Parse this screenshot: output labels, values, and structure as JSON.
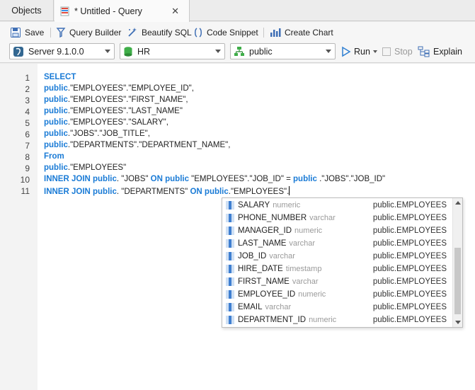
{
  "tabs": {
    "objects": "Objects",
    "query": "* Untitled - Query",
    "close": "✕"
  },
  "toolbar": {
    "save": "Save",
    "query_builder": "Query Builder",
    "beautify": "Beautify SQL",
    "snippet": "Code Snippet",
    "chart": "Create Chart"
  },
  "selectors": {
    "server": "Server 9.1.0.0",
    "database": "HR",
    "schema": "public",
    "run": "Run",
    "stop": "Stop",
    "explain": "Explain"
  },
  "editor": {
    "line_numbers": [
      "1",
      "2",
      "3",
      "4",
      "5",
      "6",
      "7",
      "8",
      "9",
      "10",
      "11"
    ],
    "l1": {
      "kw": "SELECT"
    },
    "l2": {
      "kw": "public",
      "rest": ".\"EMPLOYEES\".\"EMPLOYEE_ID\","
    },
    "l3": {
      "kw": "public",
      "rest": ".\"EMPLOYEES\".\"FIRST_NAME\","
    },
    "l4": {
      "kw": "public",
      "rest": ".\"EMPLOYEES\".\"LAST_NAME\""
    },
    "l5": {
      "kw": "public",
      "rest": ".\"EMPLOYEES\".\"SALARY\","
    },
    "l6": {
      "kw": "public",
      "rest": ".\"JOBS\".\"JOB_TITLE\","
    },
    "l7": {
      "kw": "public",
      "rest": ".\"DEPARTMENTS\".\"DEPARTMENT_NAME\","
    },
    "l8": {
      "kw": "From"
    },
    "l9": {
      "kw": "public",
      "rest": ".\"EMPLOYEES\""
    },
    "l10": {
      "kw1": "INNER JOIN public",
      "t1": ". \"JOBS\" ",
      "kw2": "ON public",
      "t2": " \"EMPLOYEES\".\"JOB_ID\" = ",
      "kw3": "public",
      "t3": " .\"JOBS\".\"JOB_ID\""
    },
    "l11": {
      "kw1": "INNER JOIN public",
      "t1": ". \"DEPARTMENTS\" ",
      "kw2": "ON public",
      "t2": ".\"EMPLOYEES\"."
    }
  },
  "autocomplete": {
    "items": [
      {
        "col": "SALARY",
        "type": "numeric",
        "table": "public.EMPLOYEES"
      },
      {
        "col": "PHONE_NUMBER",
        "type": "varchar",
        "table": "public.EMPLOYEES"
      },
      {
        "col": "MANAGER_ID",
        "type": "numeric",
        "table": "public.EMPLOYEES"
      },
      {
        "col": "LAST_NAME",
        "type": "varchar",
        "table": "public.EMPLOYEES"
      },
      {
        "col": "JOB_ID",
        "type": "varchar",
        "table": "public.EMPLOYEES"
      },
      {
        "col": "HIRE_DATE",
        "type": "timestamp",
        "table": "public.EMPLOYEES"
      },
      {
        "col": "FIRST_NAME",
        "type": "varchar",
        "table": "public.EMPLOYEES"
      },
      {
        "col": "EMPLOYEE_ID",
        "type": "numeric",
        "table": "public.EMPLOYEES"
      },
      {
        "col": "EMAIL",
        "type": "varchar",
        "table": "public.EMPLOYEES"
      },
      {
        "col": "DEPARTMENT_ID",
        "type": "numeric",
        "table": "public.EMPLOYEES"
      }
    ]
  },
  "colors": {
    "keyword": "#1a7bd6",
    "accent": "#2f7fd1"
  }
}
